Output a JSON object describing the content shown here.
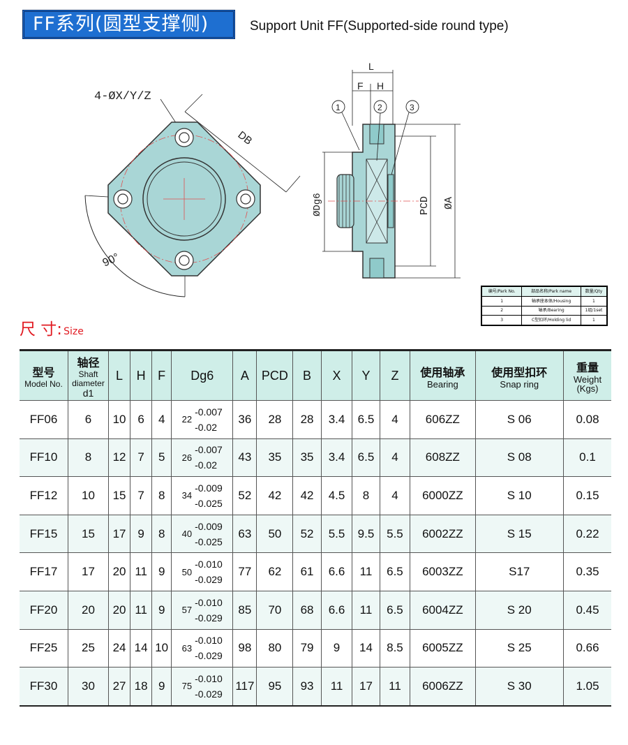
{
  "header": {
    "series_title": "FF系列(圆型支撑侧)",
    "subtitle": "Support Unit FF(Supported-side round type)"
  },
  "drawing": {
    "front_view": {
      "hole_label": "4-ØX/Y/Z",
      "db_label": "DB",
      "angle_label": "90°"
    },
    "side_view": {
      "l_label": "L",
      "f_label": "F",
      "h_label": "H",
      "dg6_label": "ØDg6",
      "pcd_label": "PCD",
      "a_label": "ØA",
      "callouts": [
        "1",
        "2",
        "3"
      ]
    }
  },
  "parts_table": {
    "headers": [
      "编号/Park No.",
      "部品名称/Park name",
      "数量/Qty"
    ],
    "rows": [
      [
        "1",
        "轴承座本体/Housing",
        "1"
      ],
      [
        "2",
        "轴承/Bearing",
        "1组/1set"
      ],
      [
        "3",
        "C型扣环/Holding lid",
        "1"
      ]
    ]
  },
  "size_label": {
    "zh": "尺 寸:",
    "en": "Size"
  },
  "spec_table": {
    "headers": {
      "model": {
        "zh": "型号",
        "en": "Model No."
      },
      "shaft": {
        "zh": "轴径",
        "en1": "Shaft",
        "en2": "diameter",
        "sym": "d1"
      },
      "L": "L",
      "H": "H",
      "F": "F",
      "Dg6": "Dg6",
      "A": "A",
      "PCD": "PCD",
      "B": "B",
      "X": "X",
      "Y": "Y",
      "Z": "Z",
      "bearing": {
        "zh": "使用轴承",
        "en": "Bearing"
      },
      "snap": {
        "zh": "使用型扣环",
        "en": "Snap ring"
      },
      "weight": {
        "zh": "重量",
        "en1": "Weight",
        "en2": "(Kgs)"
      }
    },
    "rows": [
      {
        "model": "FF06",
        "d1": "6",
        "L": "10",
        "H": "6",
        "F": "4",
        "dg_nom": "22",
        "dg_up": "-0.007",
        "dg_lo": "-0.02",
        "A": "36",
        "PCD": "28",
        "B": "28",
        "X": "3.4",
        "Y": "6.5",
        "Z": "4",
        "bearing": "606ZZ",
        "snap": "S 06",
        "weight": "0.08"
      },
      {
        "model": "FF10",
        "d1": "8",
        "L": "12",
        "H": "7",
        "F": "5",
        "dg_nom": "26",
        "dg_up": "-0.007",
        "dg_lo": "-0.02",
        "A": "43",
        "PCD": "35",
        "B": "35",
        "X": "3.4",
        "Y": "6.5",
        "Z": "4",
        "bearing": "608ZZ",
        "snap": "S 08",
        "weight": "0.1"
      },
      {
        "model": "FF12",
        "d1": "10",
        "L": "15",
        "H": "7",
        "F": "8",
        "dg_nom": "34",
        "dg_up": "-0.009",
        "dg_lo": "-0.025",
        "A": "52",
        "PCD": "42",
        "B": "42",
        "X": "4.5",
        "Y": "8",
        "Z": "4",
        "bearing": "6000ZZ",
        "snap": "S 10",
        "weight": "0.15"
      },
      {
        "model": "FF15",
        "d1": "15",
        "L": "17",
        "H": "9",
        "F": "8",
        "dg_nom": "40",
        "dg_up": "-0.009",
        "dg_lo": "-0.025",
        "A": "63",
        "PCD": "50",
        "B": "52",
        "X": "5.5",
        "Y": "9.5",
        "Z": "5.5",
        "bearing": "6002ZZ",
        "snap": "S 15",
        "weight": "0.22"
      },
      {
        "model": "FF17",
        "d1": "17",
        "L": "20",
        "H": "11",
        "F": "9",
        "dg_nom": "50",
        "dg_up": "-0.010",
        "dg_lo": "-0.029",
        "A": "77",
        "PCD": "62",
        "B": "61",
        "X": "6.6",
        "Y": "11",
        "Z": "6.5",
        "bearing": "6003ZZ",
        "snap": "S17",
        "weight": "0.35"
      },
      {
        "model": "FF20",
        "d1": "20",
        "L": "20",
        "H": "11",
        "F": "9",
        "dg_nom": "57",
        "dg_up": "-0.010",
        "dg_lo": "-0.029",
        "A": "85",
        "PCD": "70",
        "B": "68",
        "X": "6.6",
        "Y": "11",
        "Z": "6.5",
        "bearing": "6004ZZ",
        "snap": "S 20",
        "weight": "0.45"
      },
      {
        "model": "FF25",
        "d1": "25",
        "L": "24",
        "H": "14",
        "F": "10",
        "dg_nom": "63",
        "dg_up": "-0.010",
        "dg_lo": "-0.029",
        "A": "98",
        "PCD": "80",
        "B": "79",
        "X": "9",
        "Y": "14",
        "Z": "8.5",
        "bearing": "6005ZZ",
        "snap": "S 25",
        "weight": "0.66"
      },
      {
        "model": "FF30",
        "d1": "30",
        "L": "27",
        "H": "18",
        "F": "9",
        "dg_nom": "75",
        "dg_up": "-0.010",
        "dg_lo": "-0.029",
        "A": "117",
        "PCD": "95",
        "B": "93",
        "X": "11",
        "Y": "17",
        "Z": "11",
        "bearing": "6006ZZ",
        "snap": "S 30",
        "weight": "1.05"
      }
    ]
  },
  "colors": {
    "title_bg": "#1e6fd1",
    "part_fill": "#a9d6d6",
    "header_bg": "#cfeee8",
    "size_red": "#e11b22"
  }
}
